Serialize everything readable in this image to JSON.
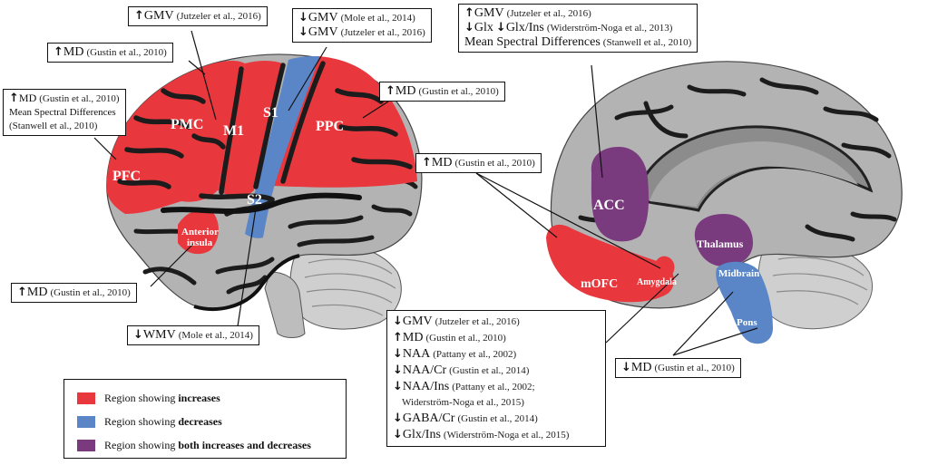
{
  "colors": {
    "increase": "#e8383d",
    "decrease": "#5a86c8",
    "both": "#7a3a7e",
    "brain": "#b3b3b3",
    "sulcus": "#1c1c1c",
    "cerebellum": "#cfcfcf"
  },
  "regions": {
    "pfc": "PFC",
    "pmc": "PMC",
    "m1": "M1",
    "s1": "S1",
    "ppc": "PPC",
    "s2": "S2",
    "anterior_insula_1": "Anterior",
    "anterior_insula_2": "insula",
    "acc": "ACC",
    "thalamus": "Thalamus",
    "amygdala": "Amygdala",
    "mofc": "mOFC",
    "midbrain": "Midbrain",
    "pons": "Pons"
  },
  "arrows": {
    "up": "↑",
    "down": "↓"
  },
  "boxes": {
    "md_pmc": {
      "measure": "MD",
      "citation": "(Gustin et al., 2010)"
    },
    "pfc": {
      "l1_measure": "MD",
      "l1_citation": "(Gustin et al., 2010)",
      "l2": "Mean Spectral Differences",
      "l3": "(Stanwell et al., 2010)"
    },
    "m1": {
      "measure": "GMV",
      "citation": "(Jutzeler et al., 2016)"
    },
    "s1": {
      "l1_measure": "GMV",
      "l1_citation": "(Mole et al., 2014)",
      "l2_measure": "GMV",
      "l2_citation": "(Jutzeler et al., 2016)"
    },
    "ppc": {
      "measure": "MD",
      "citation": "(Gustin et al., 2010)"
    },
    "insula": {
      "measure": "MD",
      "citation": "(Gustin et al., 2010)"
    },
    "s2": {
      "measure": "WMV",
      "citation": "(Mole et al., 2014)"
    },
    "acc": {
      "l1_measure": "GMV",
      "l1_citation": "(Jutzeler et al., 2016)",
      "l2_m1": "Glx",
      "l2_m2": "Glx/Ins",
      "l2_citation": "(Widerström-Noga et al., 2013)",
      "l3": "Mean Spectral Differences",
      "l3_citation": "(Stanwell et al., 2010)"
    },
    "amygdala": {
      "measure": "MD",
      "citation": "(Gustin et al., 2010)"
    },
    "thalamus": {
      "r1_m": "GMV",
      "r1_c": "(Jutzeler et al., 2016)",
      "r2_m": "MD",
      "r2_c": "(Gustin et al., 2010)",
      "r3_m": "NAA",
      "r3_c": "(Pattany et al., 2002)",
      "r4_m": "NAA/Cr",
      "r4_c": "(Gustin et al., 2014)",
      "r5_m": "NAA/Ins",
      "r5_c": "(Pattany et al., 2002;",
      "r6_c": "Widerström-Noga et al., 2015)",
      "r7_m": "GABA/Cr",
      "r7_c": "(Gustin et al., 2014)",
      "r8_m": "Glx/Ins",
      "r8_c": "(Widerström-Noga et al., 2015)"
    },
    "midbrain": {
      "measure": "MD",
      "citation": "(Gustin et al., 2010)"
    }
  },
  "legend": {
    "items": [
      {
        "prefix": "Region showing ",
        "bold": "increases",
        "color": "#e8383d"
      },
      {
        "prefix": "Region showing ",
        "bold": "decreases",
        "color": "#5a86c8"
      },
      {
        "prefix": "Region showing ",
        "bold": "both increases and decreases",
        "color": "#7a3a7e"
      }
    ]
  }
}
